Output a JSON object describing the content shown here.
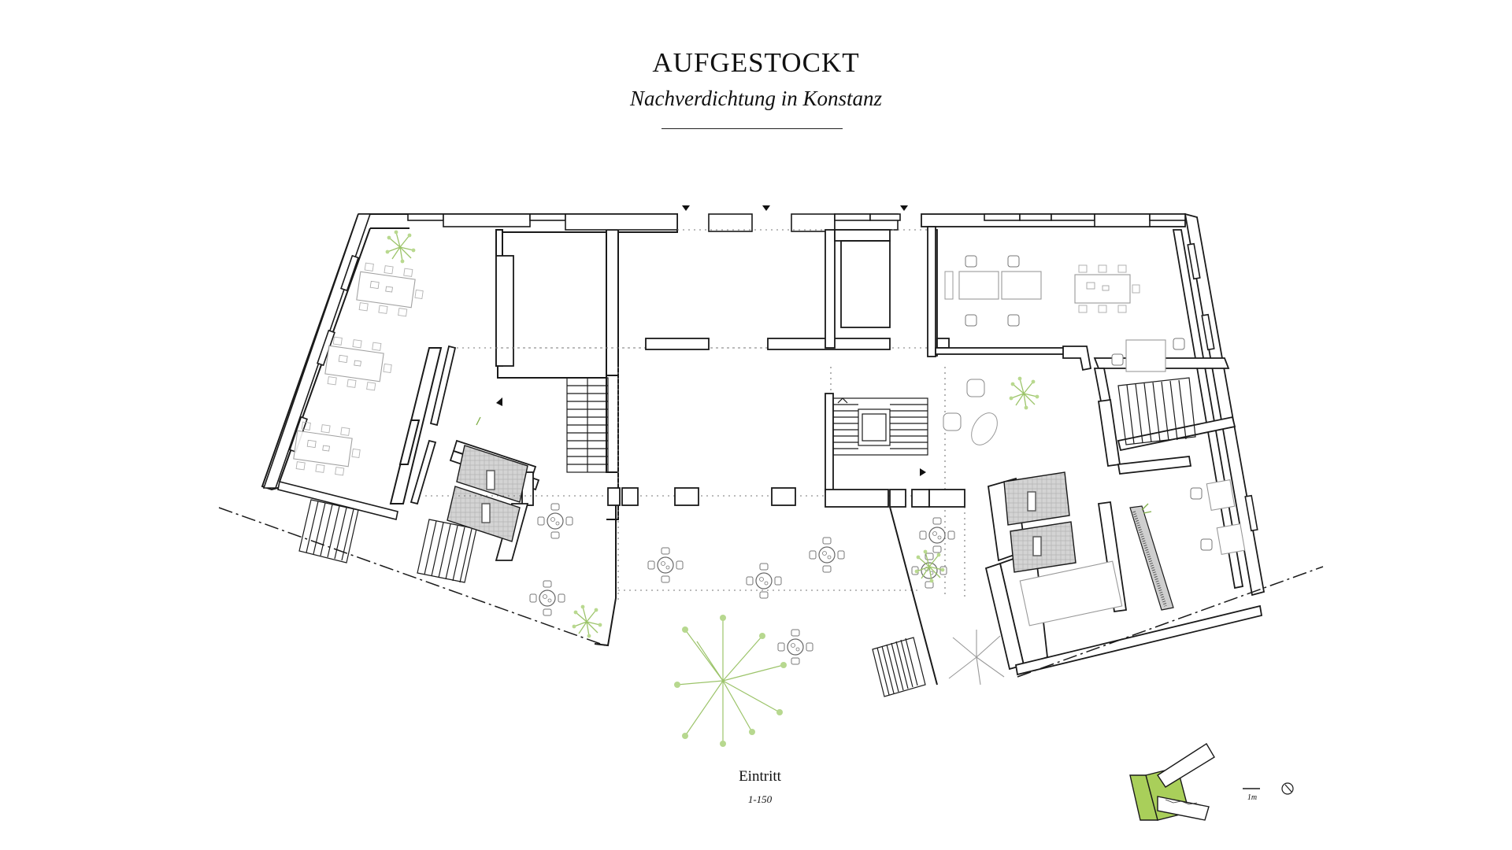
{
  "header": {
    "title": "AUFGESTOCKT",
    "subtitle": "Nachverdichtung in Konstanz"
  },
  "drawing": {
    "label": "Eintritt",
    "scale": "1-150"
  },
  "scalebar": {
    "label": "1m"
  },
  "icons": {
    "north": "north-arrow-icon",
    "keyplan": "site-keyplan-icon",
    "tree": "tree-icon",
    "plant": "plant-icon",
    "table_set": "round-table-icon"
  },
  "colors": {
    "line": "#1a1a1a",
    "furniture": "#8a8a8a",
    "hatch": "#c8c8c8",
    "vegetation": "#9cc46a",
    "keyplan_highlight": "#a9cf5a"
  }
}
